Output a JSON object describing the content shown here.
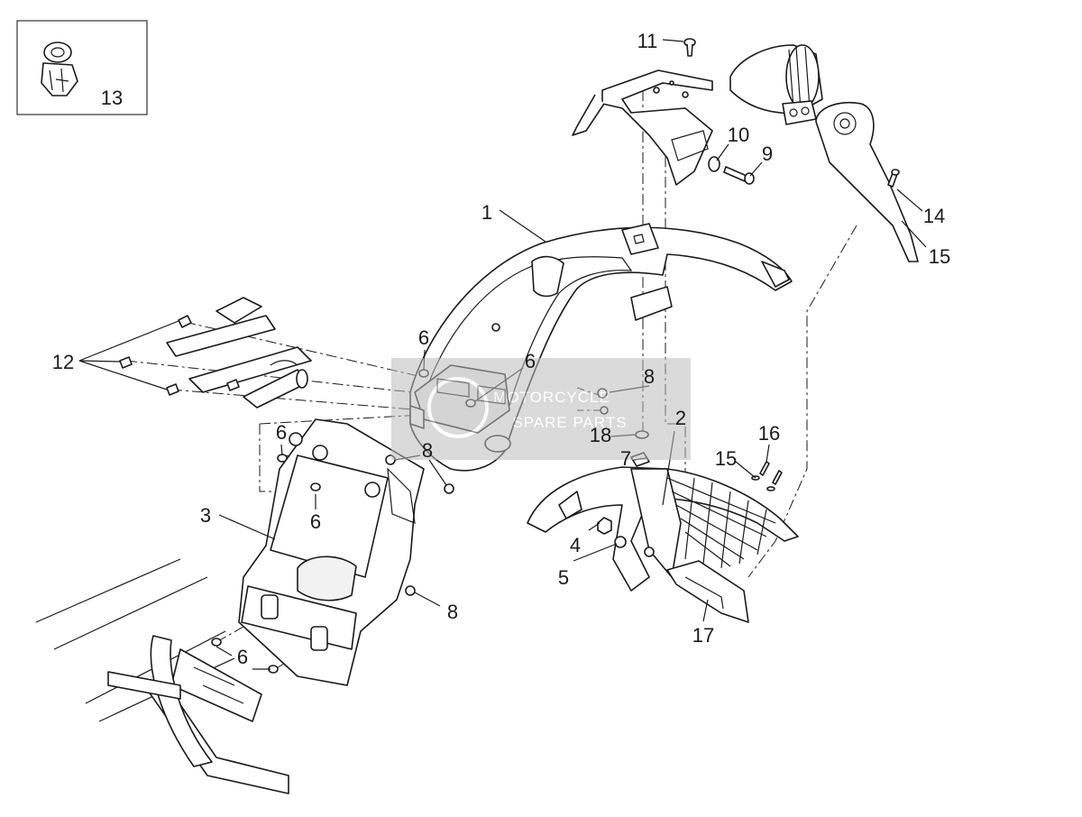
{
  "callouts": {
    "c1": "1",
    "c2": "2",
    "c3": "3",
    "c4": "4",
    "c5": "5",
    "c6a": "6",
    "c6b": "6",
    "c6c": "6",
    "c6d": "6",
    "c6e": "6",
    "c7": "7",
    "c8a": "8",
    "c8b": "8",
    "c8c": "8",
    "c9": "9",
    "c10": "10",
    "c11": "11",
    "c12": "12",
    "c13": "13",
    "c14": "14",
    "c15a": "15",
    "c15b": "15",
    "c16": "16",
    "c17": "17",
    "c18": "18"
  },
  "watermark": {
    "line1": "MOTORCYCLE",
    "line2": "SPARE PARTS"
  }
}
